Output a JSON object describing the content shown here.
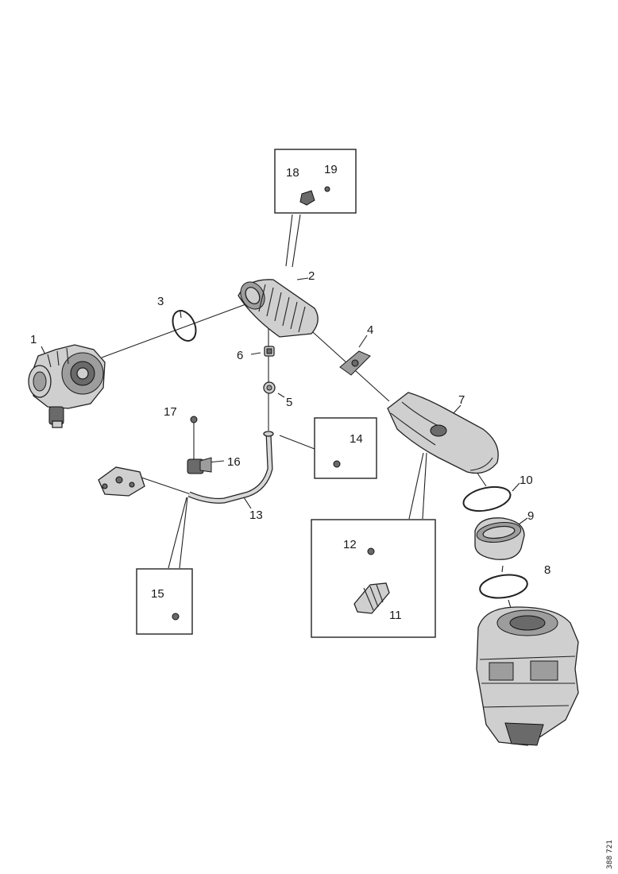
{
  "labels": {
    "p1": "1",
    "p2": "2",
    "p3": "3",
    "p4": "4",
    "p5": "5",
    "p6": "6",
    "p7": "7",
    "p8": "8",
    "p9": "9",
    "p10": "10",
    "p11": "11",
    "p12": "12",
    "p13": "13",
    "p14": "14",
    "p15": "15",
    "p16": "16",
    "p17": "17",
    "p18": "18",
    "p19": "19"
  },
  "reference": "388 721"
}
